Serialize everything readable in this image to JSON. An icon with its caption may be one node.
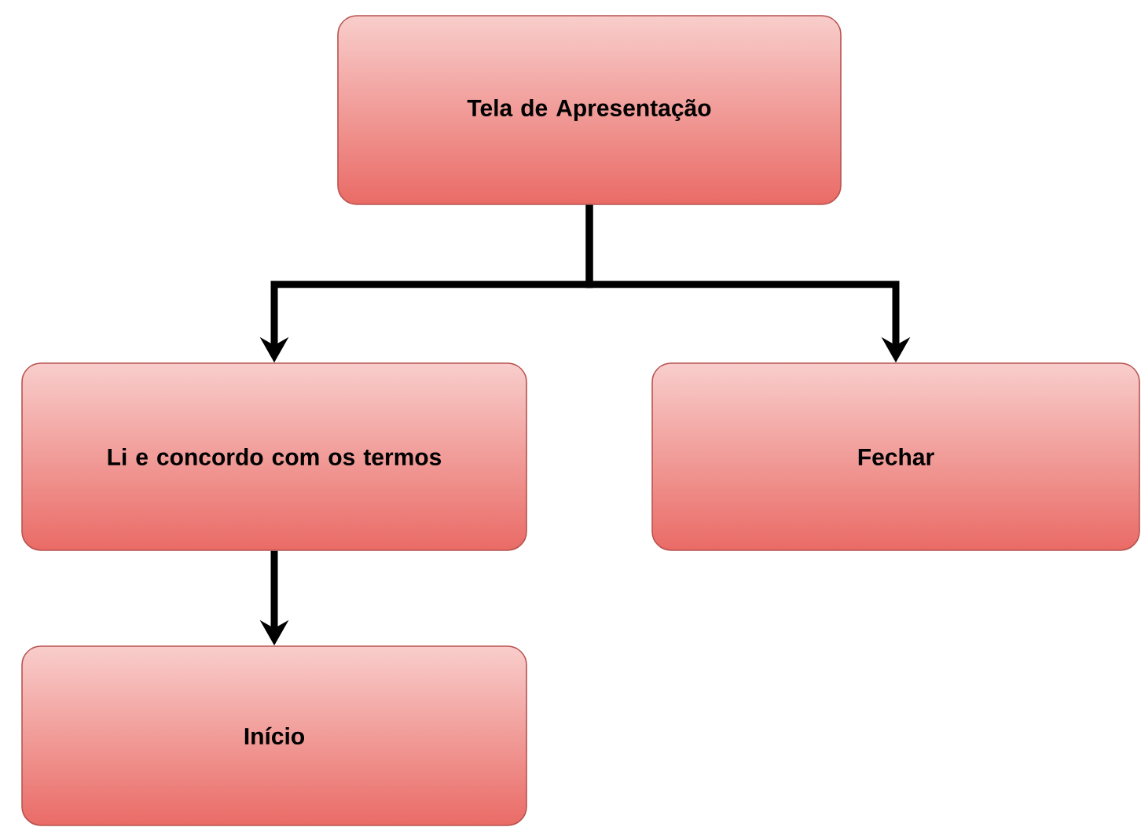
{
  "diagram": {
    "nodes": [
      {
        "text": [
          "Tela de Apresentação"
        ]
      },
      {
        "text": [
          "Li e concordo com os termos"
        ]
      },
      {
        "text": [
          "Fechar"
        ]
      },
      {
        "text": [
          "Início"
        ]
      }
    ],
    "edges": [
      {
        "from": 0,
        "to": 1,
        "arrow": "to"
      },
      {
        "from": 0,
        "to": 2,
        "arrow": "to"
      },
      {
        "from": 1,
        "to": 3,
        "arrow": "to"
      }
    ]
  }
}
